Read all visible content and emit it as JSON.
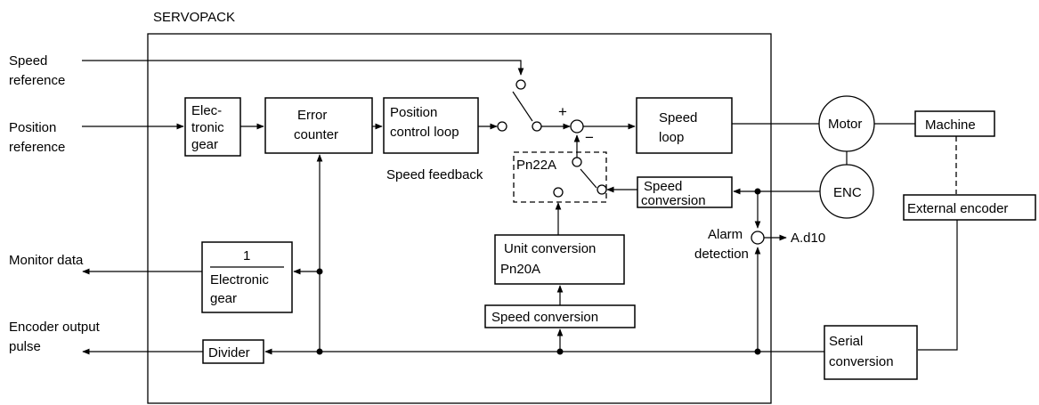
{
  "title": "SERVOPACK",
  "inputs": {
    "speed_reference": [
      "Speed",
      "reference"
    ],
    "position_reference": [
      "Position",
      "reference"
    ]
  },
  "outputs": {
    "monitor_data": "Monitor data",
    "encoder_output_pulse": [
      "Encoder output",
      "pulse"
    ],
    "alarm_code": "A.d10"
  },
  "blocks": {
    "electronic_gear": [
      "Elec-",
      "tronic",
      "gear"
    ],
    "error_counter": [
      "Error",
      "counter"
    ],
    "position_control_loop": [
      "Position",
      "control loop"
    ],
    "speed_loop": [
      "Speed",
      "loop"
    ],
    "motor": "Motor",
    "machine": "Machine",
    "encoder": "ENC",
    "external_encoder": "External encoder",
    "speed_conversion_upper": [
      "Speed",
      "conversion"
    ],
    "unit_conversion": [
      "Unit conversion",
      "Pn20A"
    ],
    "speed_conversion_lower": "Speed conversion",
    "serial_conversion": [
      "Serial",
      "conversion"
    ],
    "divider": "Divider",
    "inverse_gear": {
      "numerator": "1",
      "denominator": [
        "Electronic",
        "gear"
      ]
    },
    "pn22a_switch": "Pn22A"
  },
  "labels": {
    "speed_feedback": "Speed feedback",
    "alarm_detection": [
      "Alarm",
      "detection"
    ],
    "plus": "+",
    "minus": "−"
  }
}
